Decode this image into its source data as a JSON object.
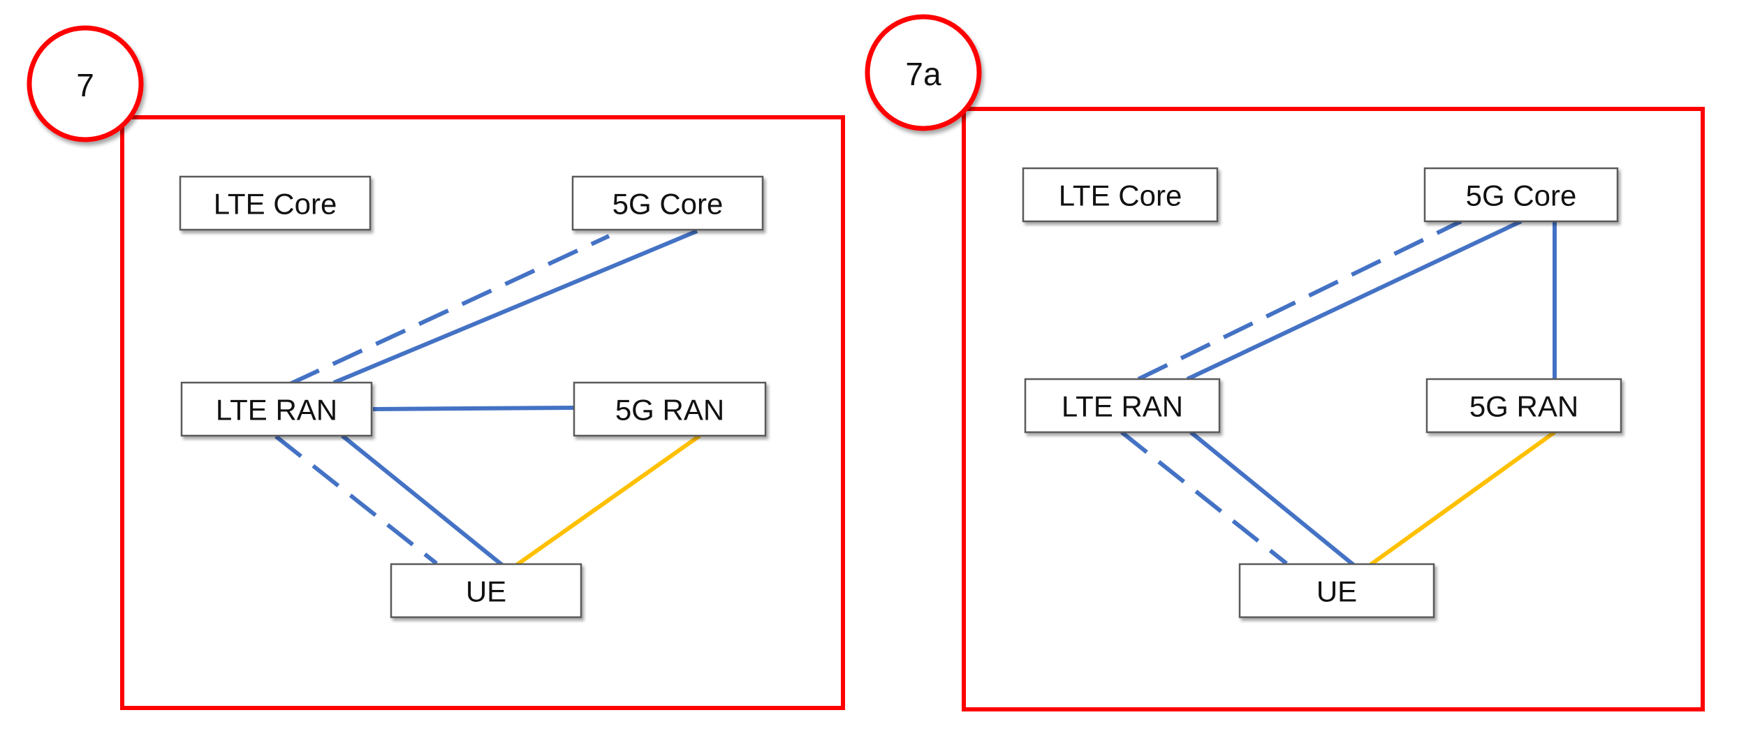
{
  "colors": {
    "frame": "#ff0000",
    "badge": "#ff0000",
    "lte_link": "#4472c4",
    "nr_link": "#ffc000",
    "node_border": "#5a5a5a"
  },
  "line_styles": {
    "solid": "solid",
    "dashed": "dashed"
  },
  "diagrams": [
    {
      "badge": "7",
      "nodes": {
        "lte_core": "LTE Core",
        "fiveg_core": "5G Core",
        "lte_ran": "LTE RAN",
        "fiveg_ran": "5G RAN",
        "ue": "UE"
      },
      "links": [
        {
          "from": "lte_ran",
          "to": "fiveg_core",
          "style": "dashed",
          "color": "lte_link"
        },
        {
          "from": "lte_ran",
          "to": "fiveg_core",
          "style": "solid",
          "color": "lte_link"
        },
        {
          "from": "lte_ran",
          "to": "fiveg_ran",
          "style": "solid",
          "color": "lte_link"
        },
        {
          "from": "lte_ran",
          "to": "ue",
          "style": "dashed",
          "color": "lte_link"
        },
        {
          "from": "lte_ran",
          "to": "ue",
          "style": "solid",
          "color": "lte_link"
        },
        {
          "from": "fiveg_ran",
          "to": "ue",
          "style": "solid",
          "color": "nr_link"
        }
      ]
    },
    {
      "badge": "7a",
      "nodes": {
        "lte_core": "LTE Core",
        "fiveg_core": "5G Core",
        "lte_ran": "LTE RAN",
        "fiveg_ran": "5G RAN",
        "ue": "UE"
      },
      "links": [
        {
          "from": "lte_ran",
          "to": "fiveg_core",
          "style": "dashed",
          "color": "lte_link"
        },
        {
          "from": "lte_ran",
          "to": "fiveg_core",
          "style": "solid",
          "color": "lte_link"
        },
        {
          "from": "fiveg_core",
          "to": "fiveg_ran",
          "style": "solid",
          "color": "lte_link"
        },
        {
          "from": "lte_ran",
          "to": "ue",
          "style": "dashed",
          "color": "lte_link"
        },
        {
          "from": "lte_ran",
          "to": "ue",
          "style": "solid",
          "color": "lte_link"
        },
        {
          "from": "fiveg_ran",
          "to": "ue",
          "style": "solid",
          "color": "nr_link"
        }
      ]
    }
  ]
}
